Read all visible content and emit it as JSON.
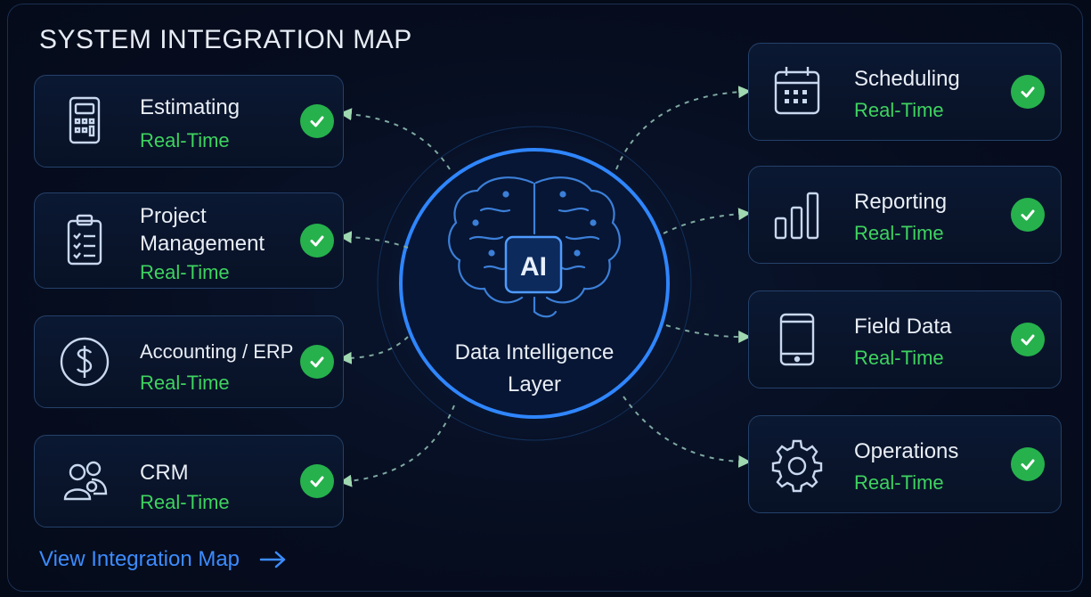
{
  "title": "SYSTEM INTEGRATION MAP",
  "center": {
    "badge": "AI",
    "label_line1": "Data Intelligence",
    "label_line2": "Layer"
  },
  "left_systems": [
    {
      "name_line1": "Estimating",
      "name_line2": "",
      "status": "Real-Time",
      "icon": "calculator-icon"
    },
    {
      "name_line1": "Project",
      "name_line2": "Management",
      "status": "Real-Time",
      "icon": "clipboard-icon"
    },
    {
      "name_line1": "Accounting / ERP",
      "name_line2": "",
      "status": "Real-Time",
      "icon": "dollar-icon"
    },
    {
      "name_line1": "CRM",
      "name_line2": "",
      "status": "Real-Time",
      "icon": "users-icon"
    }
  ],
  "right_systems": [
    {
      "name_line1": "Scheduling",
      "status": "Real-Time",
      "icon": "calendar-icon"
    },
    {
      "name_line1": "Reporting",
      "status": "Real-Time",
      "icon": "bar-chart-icon"
    },
    {
      "name_line1": "Field Data",
      "status": "Real-Time",
      "icon": "tablet-icon"
    },
    {
      "name_line1": "Operations",
      "status": "Real-Time",
      "icon": "gear-icon"
    }
  ],
  "footer": {
    "link_label": "View Integration Map",
    "icon": "arrow-right-icon"
  },
  "colors": {
    "accent": "#2f86ff",
    "status": "#3ed35f",
    "check": "#26b14c",
    "card_border": "#24416a"
  }
}
